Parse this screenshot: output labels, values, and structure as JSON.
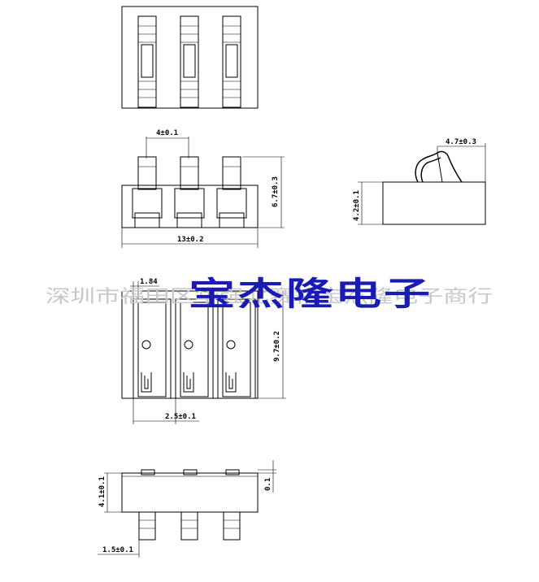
{
  "dimensions": {
    "pitch": "4±0.1",
    "height_front": "6.7±0.3",
    "width_total": "13±0.2",
    "side_top": "4.7±0.3",
    "side_height": "4.2±0.1",
    "top_small": "1.84",
    "depth": "9.7±0.2",
    "pad_width": "2.5±0.1",
    "bottom_height": "4.1±0.1",
    "bottom_offset": "0.1",
    "bottom_left": "1.5±0.1"
  },
  "watermark": {
    "text": "深圳市福田区华强北赛格宝杰隆电子商行"
  },
  "brand": {
    "text": "宝杰隆电子"
  }
}
